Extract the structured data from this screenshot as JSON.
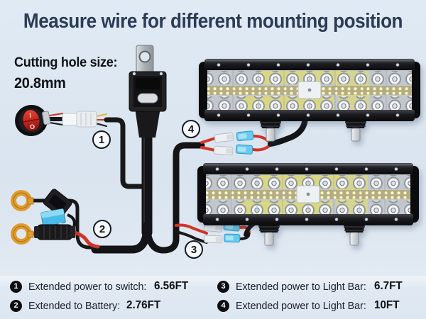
{
  "header": {
    "title": "Measure wire for different mounting position"
  },
  "cutting_hole": {
    "label": "Cutting hole size:",
    "value": "20.8mm"
  },
  "switch": {
    "on_label": "I",
    "off_label": "O"
  },
  "diagram": {
    "callouts": [
      {
        "n": "1"
      },
      {
        "n": "2"
      },
      {
        "n": "3"
      },
      {
        "n": "4"
      }
    ],
    "parts": [
      "red-rocker-switch",
      "inline-wire-connector",
      "relay-with-mounting-tab",
      "wiring-harness",
      "battery-ring-terminals",
      "inline-fuse-holder",
      "blue-fuse",
      "spade-quick-connectors",
      "led-light-bar-top",
      "led-light-bar-bottom"
    ]
  },
  "specs": [
    {
      "num": "1",
      "label": "Extended power to switch:",
      "value": "6.56FT"
    },
    {
      "num": "2",
      "label": "Extended to Battery:",
      "value": "2.76FT"
    },
    {
      "num": "3",
      "label": "Extended power to Light Bar:",
      "value": "6.7FT"
    },
    {
      "num": "4",
      "label": "Extended power to Light Bar:",
      "value": "10FT"
    }
  ],
  "colors": {
    "background_top": "#e0eaf4",
    "background_bottom": "#dde7f1",
    "title_text": "#2c3b56",
    "wire_black": "#17181a",
    "wire_red": "#d13427",
    "fuse_blue": "#49bce9",
    "ring_terminal_gold": "#e09b2d",
    "spade_blue": "#66cbee",
    "led_yellow": "#f0e83c"
  }
}
